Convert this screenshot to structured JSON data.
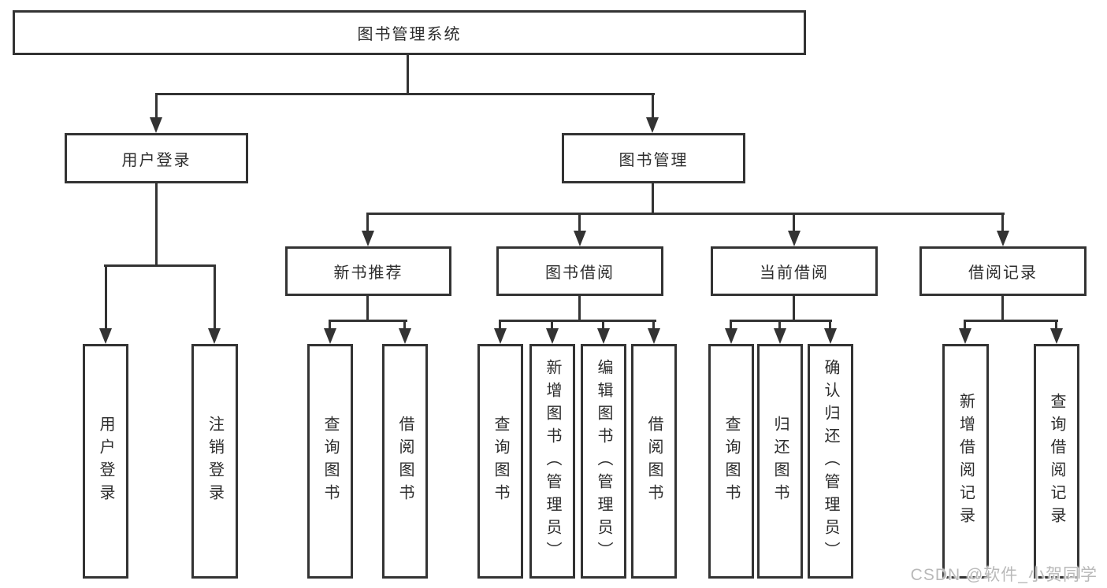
{
  "diagram": {
    "root": {
      "label": "图书管理系统"
    },
    "branches": [
      {
        "label": "用户登录",
        "children": [
          "用户登录",
          "注销登录"
        ]
      },
      {
        "label": "图书管理"
      }
    ],
    "modules": [
      {
        "label": "新书推荐",
        "children": [
          "查询图书",
          "借阅图书"
        ]
      },
      {
        "label": "图书借阅",
        "children": [
          "查询图书",
          "新增图书（管理员）",
          "编辑图书（管理员）",
          "借阅图书"
        ]
      },
      {
        "label": "当前借阅",
        "children": [
          "查询图书",
          "归还图书",
          "确认归还（管理员）"
        ]
      },
      {
        "label": "借阅记录",
        "children": [
          "新增借阅记录",
          "查询借阅记录"
        ]
      }
    ]
  },
  "watermark": {
    "text": "CSDN @软件_小贺同学"
  },
  "colors": {
    "line": "#333333",
    "text": "#2d2d2d",
    "watermark": "#b9b9b9",
    "background": "#ffffff"
  }
}
